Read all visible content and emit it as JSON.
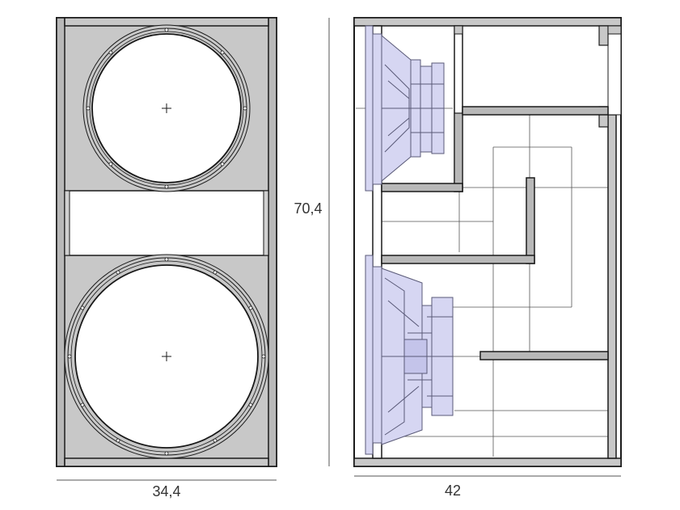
{
  "dimensions": {
    "front_width": "34,4",
    "height": "70,4",
    "side_depth": "42"
  },
  "colors": {
    "panel": "#c8c8c8",
    "outline": "#1a1a1a",
    "driver_fill": "#d6d6f2",
    "driver_stroke": "#5a5a78",
    "guide_line": "#555555"
  }
}
